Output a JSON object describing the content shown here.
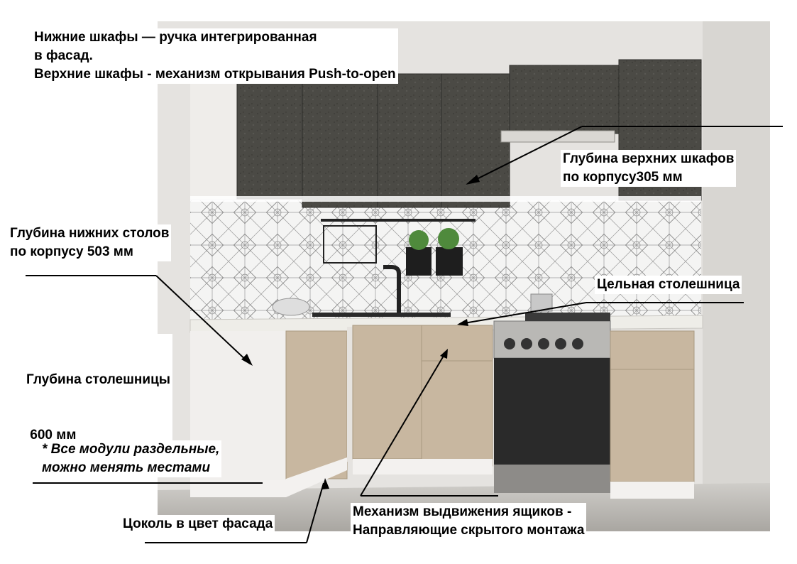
{
  "annotations": {
    "handles": {
      "line1": "Нижние шкафы — ручка интегрированная",
      "line2": "в фасад.",
      "line3": "Верхние шкафы - механизм открывания Push-to-open"
    },
    "upper_depth": {
      "line1": "Глубина верхних шкафов",
      "line2": "по корпусу305 мм"
    },
    "lower_depth": {
      "line1": "Глубина нижних столов",
      "line2": "по корпусу 503 мм"
    },
    "worktop": {
      "line1": "Цельная столешница"
    },
    "worktop_depth": {
      "line1": "Глубина столешницы",
      "line2": " 600 мм"
    },
    "modules_note": {
      "line1": "* Все модули раздельные,",
      "line2": "можно менять местами"
    },
    "plinth": {
      "line1": "Цоколь в цвет фасада"
    },
    "drawers": {
      "line1": "Механизм выдвижения ящиков -",
      "line2": "Направляющие скрытого монтажа"
    }
  },
  "colors": {
    "upper_cabinets": "#4a4944",
    "lower_fronts": "#c8b7a0",
    "countertop": "#eeede8",
    "cabinet_body": "#f1efed",
    "wall": "#e7e5e2",
    "floor": "#b9b6b1",
    "stove_body": "#2a2a2a"
  }
}
